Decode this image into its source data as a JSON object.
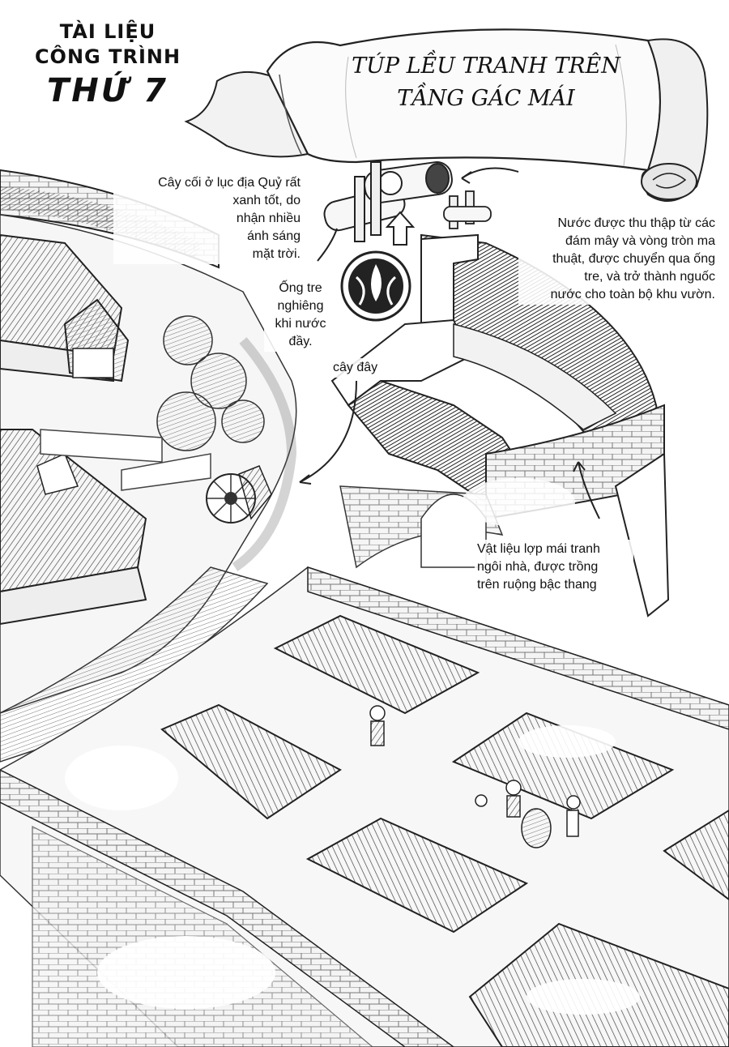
{
  "header": {
    "line1": "TÀI LIỆU",
    "line2": "CÔNG TRÌNH",
    "line3": "THỨ 7"
  },
  "scroll": {
    "title_line1": "TÚP LỀU TRANH TRÊN",
    "title_line2": "TẦNG GÁC MÁI"
  },
  "notes": {
    "trees": [
      "Cây cối ở lục địa Quỷ rất",
      "xanh tốt, do",
      "nhận nhiều",
      "ánh sáng",
      "mặt trời."
    ],
    "bamboo": [
      "Ống tre",
      "nghiêng",
      "khi nước",
      "đầy."
    ],
    "tree_here": "cây đây",
    "water": [
      "Nước được thu thập từ các",
      "đám mây và vòng tròn ma",
      "thuật, được chuyển qua ống",
      "tre, và trở thành nguốc",
      "nước cho toàn bộ khu vườn."
    ],
    "thatch": [
      "Vật liệu lợp mái tranh",
      "ngôi nhà, được trồng",
      "trên ruộng bậc thang"
    ]
  }
}
